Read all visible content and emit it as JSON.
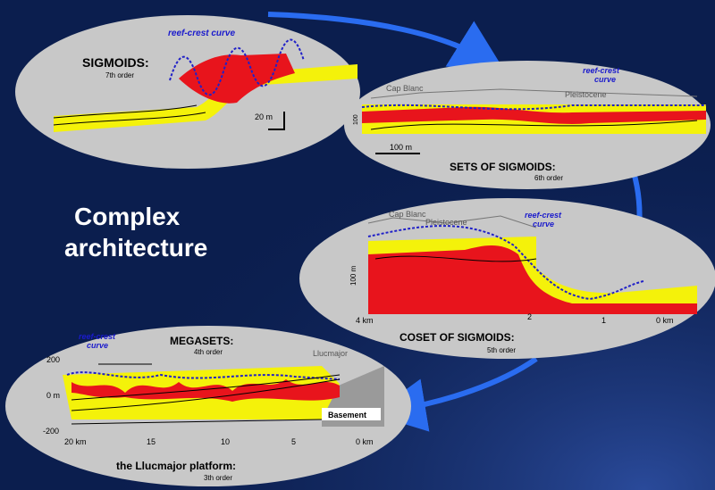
{
  "title": {
    "line1": "Complex",
    "line2": "architecture"
  },
  "panels": {
    "sigmoids": {
      "heading": "SIGMOIDS:",
      "order": "7th order",
      "curve_label": "reef-crest curve",
      "scale": "20 m"
    },
    "sets": {
      "heading": "SETS OF SIGMOIDS:",
      "order": "6th order",
      "place1": "Cap Blanc",
      "place2": "Pleistocene",
      "curve_label_1": "reef-crest",
      "curve_label_2": "curve",
      "vscale": "100",
      "hscale": "100 m"
    },
    "coset": {
      "heading": "COSET OF SIGMOIDS:",
      "order": "5th order",
      "place1": "Cap Blanc",
      "place2": "Pleistocene",
      "curve_label_1": "reef-crest",
      "curve_label_2": "curve",
      "vscale": "100 m",
      "ticks": [
        "4 km",
        "2",
        "1",
        "0 km"
      ]
    },
    "megasets": {
      "heading": "MEGASETS:",
      "order": "4th order",
      "curve_label_1": "reef-crest",
      "curve_label_2": "curve",
      "place": "Llucmajor",
      "basement": "Basement",
      "yticks": [
        "200",
        "0 m",
        "-200"
      ],
      "xticks": [
        "20 km",
        "15",
        "10",
        "5",
        "0 km"
      ],
      "platform": "the Llucmajor platform:",
      "platform_order": "3th order"
    }
  },
  "colors": {
    "background": "#0b1e4e",
    "ellipse": "#c8c8c8",
    "red": "#e8141c",
    "yellow": "#f4f20a",
    "arrow": "#2a6cf0",
    "curve": "#2020c8"
  }
}
